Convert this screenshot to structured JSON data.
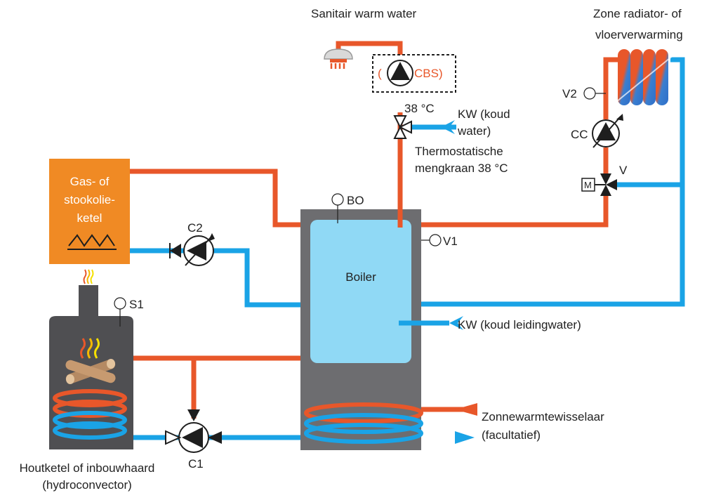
{
  "colors": {
    "hot": "#e8572a",
    "cold": "#1aa3e6",
    "tank": "#6d6d70",
    "boiler_inner": "#90d9f5",
    "heater": "#f08a24",
    "stove": "#4f4f52"
  },
  "labels": {
    "sanitary": "Sanitair warm water",
    "zone_line1": "Zone radiator- of",
    "zone_line2": "vloerverwarming",
    "cbs_open": "(",
    "cbs_text": "CBS)",
    "temp_38": "38 °C",
    "kw_line1": "KW (koud",
    "kw_line2": "water)",
    "thermo_line1": "Thermostatische",
    "thermo_line2": "mengkraan 38 °C",
    "v2": "V2",
    "cc": "CC",
    "v": "V",
    "m": "M",
    "gas_line1": "Gas- of",
    "gas_line2": "stookolie-",
    "gas_line3": "ketel",
    "c2": "C2",
    "bo": "BO",
    "v1": "V1",
    "boiler": "Boiler",
    "s1": "S1",
    "kw_tap": "KW (koud leidingwater)",
    "solar_line1": "Zonnewarmtewisselaar",
    "solar_line2": "(facultatief)",
    "c1": "C1",
    "wood_line1": "Houtketel of inbouwhaard",
    "wood_line2": "(hydroconvector)"
  },
  "icons": {
    "shower": "shower-head-icon",
    "pump": "circulation-pump-icon",
    "mixer": "three-way-valve-icon",
    "sensor": "temperature-sensor-icon",
    "radiator": "radiator-icon",
    "flame": "flame-icon",
    "logs": "firewood-icon",
    "motor": "motor-icon"
  }
}
